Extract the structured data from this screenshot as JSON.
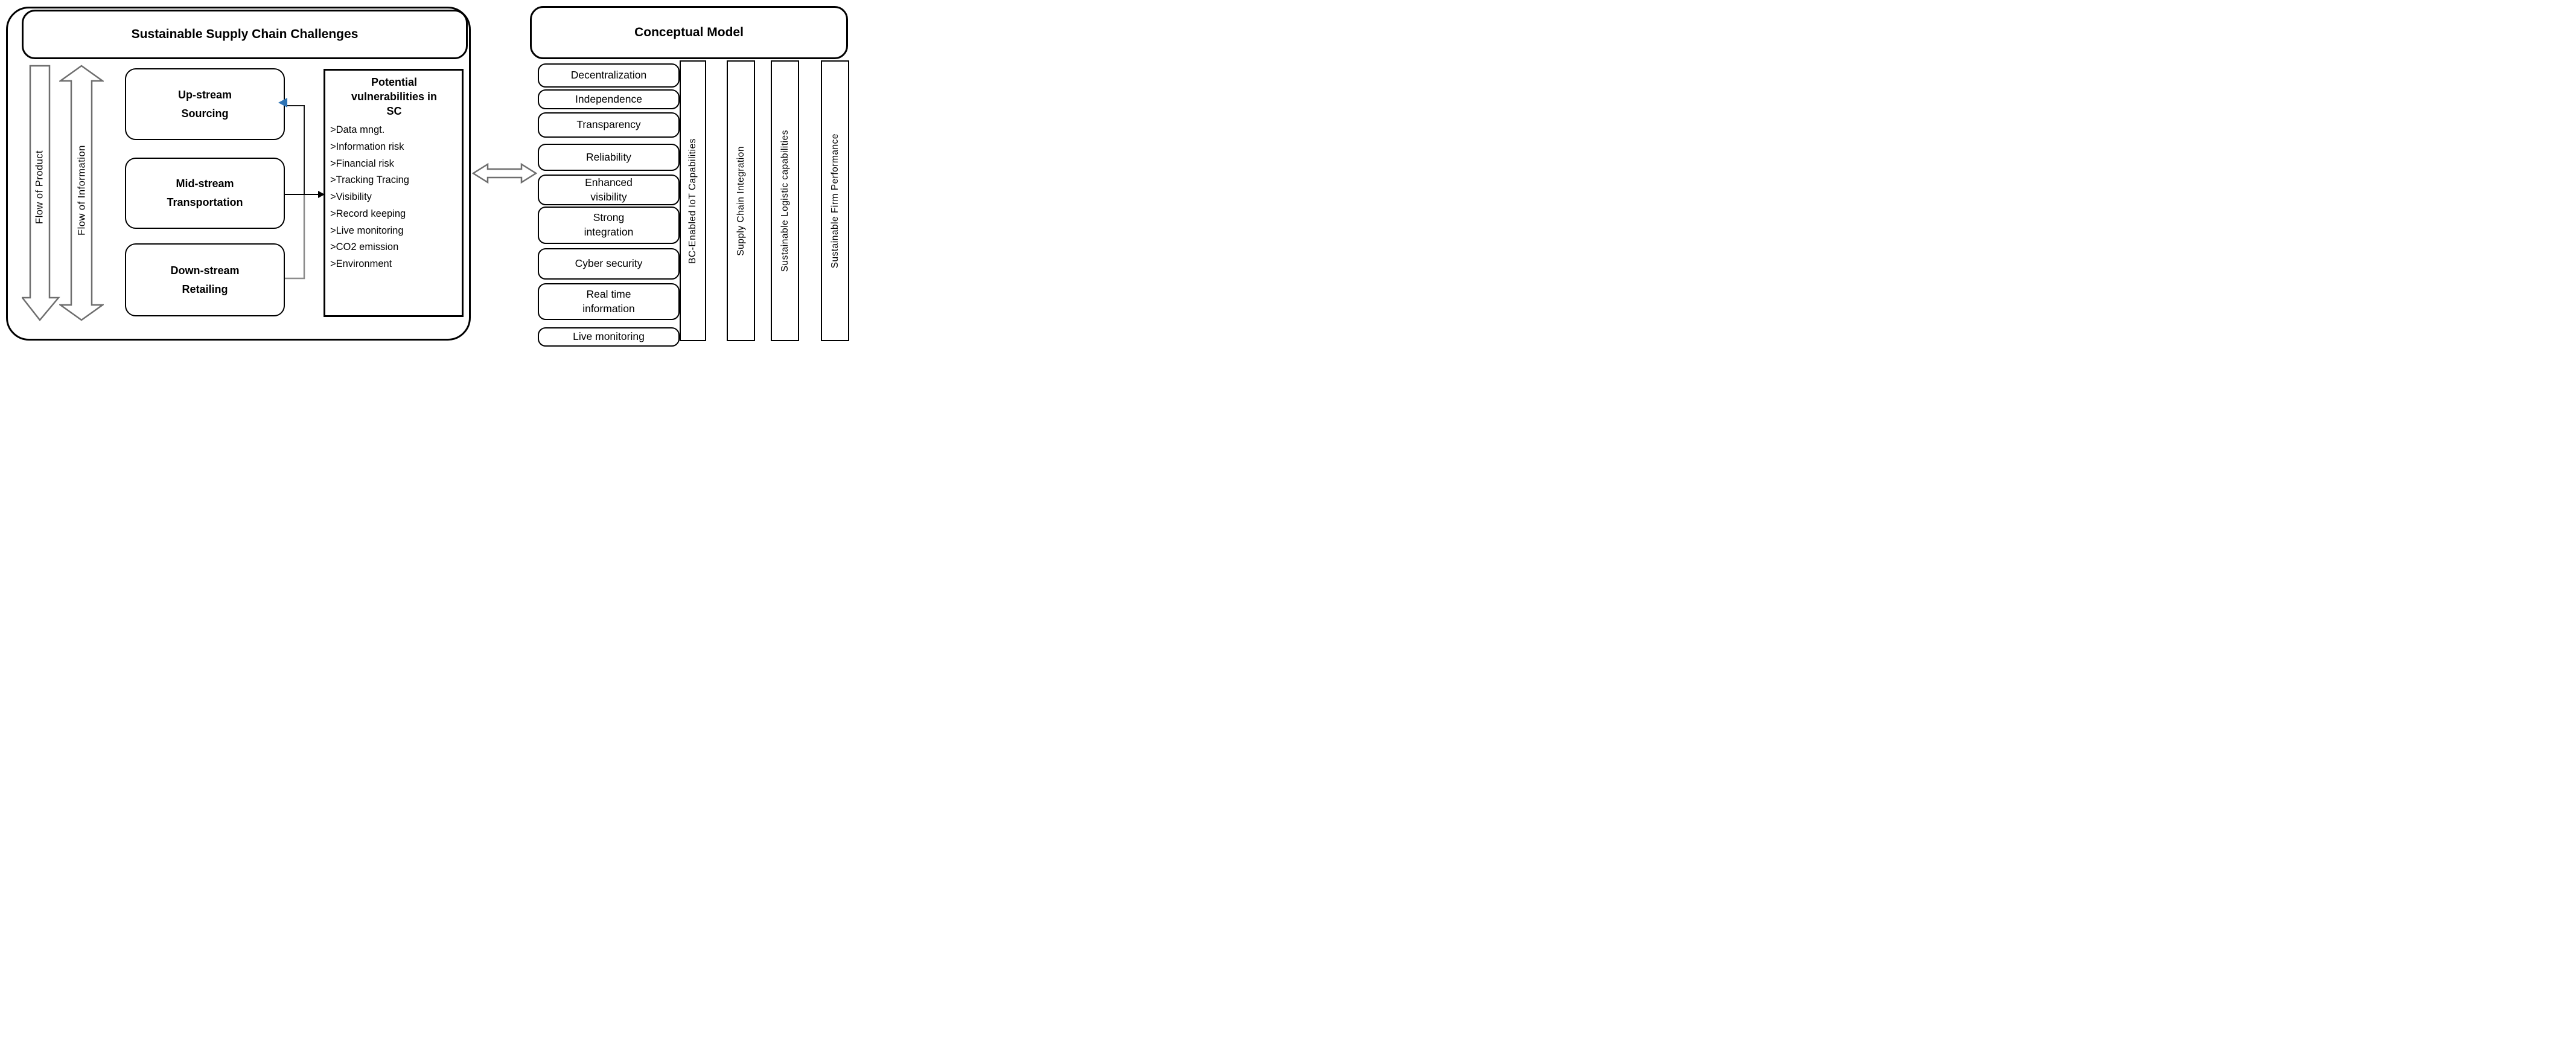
{
  "left_panel": {
    "title": "Sustainable Supply Chain Challenges",
    "flow_arrows": {
      "product": {
        "label": "Flow of Product",
        "direction": "down"
      },
      "information": {
        "label": "Flow of Information",
        "direction": "both"
      }
    },
    "stream_boxes": [
      {
        "label": "Up-stream\nSourcing"
      },
      {
        "label": "Mid-stream\nTransportation"
      },
      {
        "label": "Down-stream\nRetailing"
      }
    ],
    "vulnerabilities": {
      "title": "Potential\nvulnerabilities in\nSC",
      "items": [
        ">Data mngt.",
        ">Information risk",
        ">Financial risk",
        ">Tracking Tracing",
        ">Visibility",
        ">Record keeping",
        ">Live monitoring",
        ">CO2 emission",
        ">Environment"
      ]
    }
  },
  "right_panel": {
    "title": "Conceptual Model",
    "benefit_boxes": [
      {
        "label": "Decentralization"
      },
      {
        "label": "Independence"
      },
      {
        "label": "Transparency"
      },
      {
        "label": "Reliability"
      },
      {
        "label": "Enhanced\nvisibility"
      },
      {
        "label": "Strong\nintegration"
      },
      {
        "label": "Cyber security"
      },
      {
        "label": "Real time\ninformation"
      },
      {
        "label": "Live monitoring"
      }
    ],
    "pillars": [
      {
        "label": "BC-Enabled IoT Capabilities"
      },
      {
        "label": "Supply Chain Integration"
      },
      {
        "label": "Sustainable Logistic capabilities"
      },
      {
        "label": "Sustainable Firm Performance"
      }
    ]
  },
  "colors": {
    "accent_blue": "#2E74B5",
    "arrow_gray": "#6e6e6e",
    "line_black": "#1a1a1a",
    "connector_gray": "#8c8c8c"
  }
}
